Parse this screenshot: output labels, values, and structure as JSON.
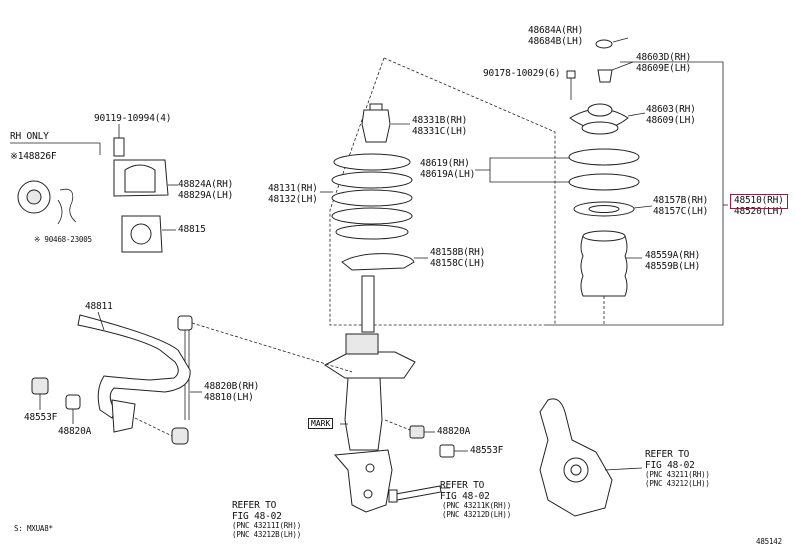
{
  "labels": {
    "p48684": [
      "48684A(RH)",
      "48684B(LH)"
    ],
    "p48603d": [
      "48603D(RH)",
      "48609E(LH)"
    ],
    "p90178": "90178-10029(6)",
    "p48603": [
      "48603(RH)",
      "48609(LH)"
    ],
    "p48331": [
      "48331B(RH)",
      "48331C(LH)"
    ],
    "p48619": [
      "48619(RH)",
      "48619A(LH)"
    ],
    "p48131": [
      "48131(RH)",
      "48132(LH)"
    ],
    "p48157": [
      "48157B(RH)",
      "48157C(LH)"
    ],
    "p48510": [
      "48510(RH)",
      "48520(LH)"
    ],
    "p48158": [
      "48158B(RH)",
      "48158C(LH)"
    ],
    "p48559": [
      "48559A(RH)",
      "48559B(LH)"
    ],
    "p90119": "90119-10994(4)",
    "rh_only": "RH ONLY",
    "p148826": "※148826F",
    "p48824": [
      "48824A(RH)",
      "48829A(LH)"
    ],
    "p90468": "※ 90468-23005",
    "p48815": "48815",
    "p48811": "48811",
    "p48820b": [
      "48820B(RH)",
      "48810(LH)"
    ],
    "p48553f_left": "48553F",
    "p48820a_left": "48820A",
    "p48820a_right": "48820A",
    "p48553f_right": "48553F",
    "mark": "MARK",
    "refer_center": [
      "REFER TO",
      "FIG 48-02"
    ],
    "pnc_center": [
      "(PNC 43211K(RH))",
      "(PNC 43212D(LH))"
    ],
    "refer_left": [
      "REFER TO",
      "FIG 48-02"
    ],
    "pnc_left": [
      "(PNC 43211I(RH))",
      "(PNC 43212B(LH))"
    ],
    "refer_right": [
      "REFER TO",
      "FIG 48-02"
    ],
    "pnc_right": [
      "(PNC 43211(RH))",
      "(PNC 43212(LH))"
    ],
    "footer_left": "S: MXUA8*",
    "footer_right": "485142"
  },
  "colors": {
    "highlight": "#b0103a",
    "ink": "#222222"
  }
}
